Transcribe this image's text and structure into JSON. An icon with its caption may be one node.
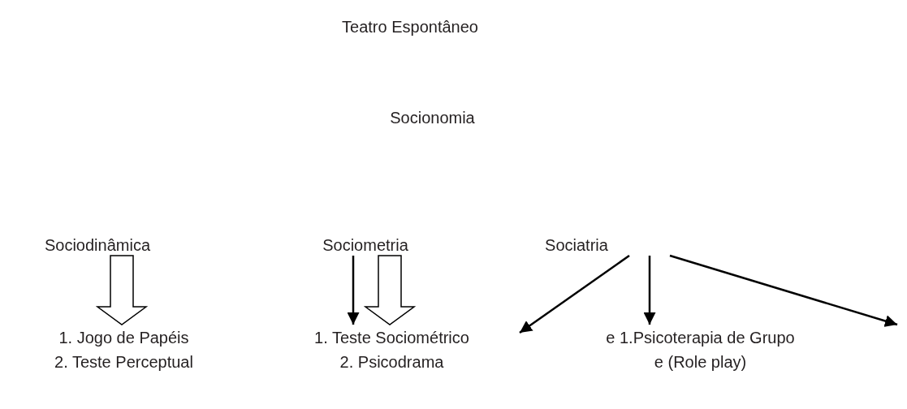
{
  "diagram": {
    "nodes": [
      {
        "text": [
          "Teatro Espontâneo"
        ]
      },
      {
        "text": [
          "Socionomia"
        ]
      },
      {
        "text": [
          "Sociodinâmica"
        ]
      },
      {
        "text": [
          "Sociometria"
        ]
      },
      {
        "text": [
          "Sociatria"
        ]
      },
      {
        "text": [
          "1. Jogo de Papéis",
          "2. Teste Perceptual"
        ]
      },
      {
        "text": [
          "1. Teste Sociométrico",
          "2. Psicodrama"
        ]
      },
      {
        "text": [
          "e 1.Psicoterapia de Grupo",
          "e (Role play)"
        ]
      }
    ],
    "edges": [
      {
        "from": 2,
        "to": 5,
        "arrow": "to",
        "style": "thick"
      },
      {
        "from": 3,
        "to": 6,
        "arrow": "to",
        "style": "thick"
      },
      {
        "from": 3,
        "to": 6,
        "arrow": "to"
      },
      {
        "from": 4,
        "to": 6,
        "arrow": "to"
      },
      {
        "from": 4,
        "to": 7,
        "arrow": "to"
      },
      {
        "from": 4,
        "to": null,
        "arrow": "to"
      }
    ]
  }
}
